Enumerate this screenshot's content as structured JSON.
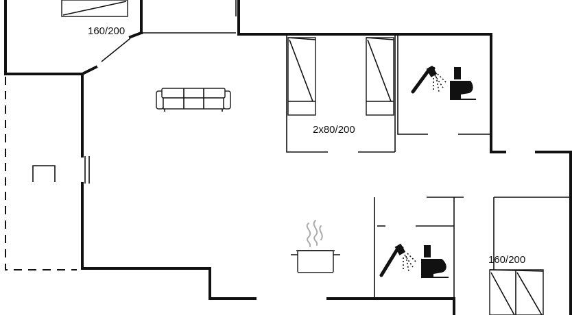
{
  "bed_labels": {
    "top_left_bed": "160/200",
    "twin_beds": "2x80/200",
    "bottom_right_bed": "160/200"
  },
  "colors": {
    "wall": "#111111",
    "background": "#ffffff",
    "steam": "#aaaaaa"
  },
  "icons": [
    "sofa-icon",
    "bed-icon",
    "shower-icon",
    "toilet-icon",
    "stove-pot-icon",
    "fireplace-icon"
  ]
}
